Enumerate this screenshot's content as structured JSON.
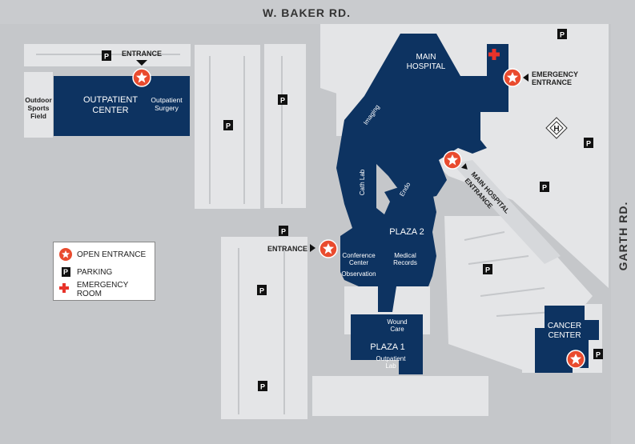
{
  "roads": {
    "north": "W. BAKER RD.",
    "east": "GARTH RD."
  },
  "buildings": {
    "main_hospital": "MAIN",
    "main_hospital_2": "HOSPITAL",
    "outpatient_center": "OUTPATIENT",
    "outpatient_center_2": "CENTER",
    "outpatient_surgery": "Outpatient",
    "outpatient_surgery_2": "Surgery",
    "imaging": "Imaging",
    "cath_lab": "Cath Lab",
    "endo": "Endo",
    "plaza2": "PLAZA 2",
    "conference_center": "Conference",
    "conference_center_2": "Center",
    "medical_records": "Medical",
    "medical_records_2": "Records",
    "observation": "Observation",
    "wound_care": "Wound",
    "wound_care_2": "Care",
    "plaza1": "PLAZA 1",
    "outpatient_lab": "Outpatient",
    "outpatient_lab_2": "Lab",
    "cancer_center": "CANCER",
    "cancer_center_2": "CENTER"
  },
  "fields": {
    "sports": "Outdoor",
    "sports_2": "Sports",
    "sports_3": "Field"
  },
  "entrances": {
    "outpatient": "ENTRANCE",
    "west": "ENTRANCE",
    "emergency": "EMERGENCY",
    "emergency_2": "ENTRANCE",
    "main_hospital": "MAIN HOSPITAL",
    "main_hospital_2": "ENTRANCE"
  },
  "parking_symbol": "P",
  "helipad_symbol": "H",
  "legend": {
    "open_entrance": "OPEN ENTRANCE",
    "parking": "PARKING",
    "emergency_room": "EMERGENCY ROOM",
    "parking_symbol": "P"
  },
  "colors": {
    "building": "#0d3361",
    "lot": "#e4e5e7",
    "road": "#c5c7ca",
    "entrance_star": "#e94b2e",
    "emergency_cross": "#e8332a"
  }
}
